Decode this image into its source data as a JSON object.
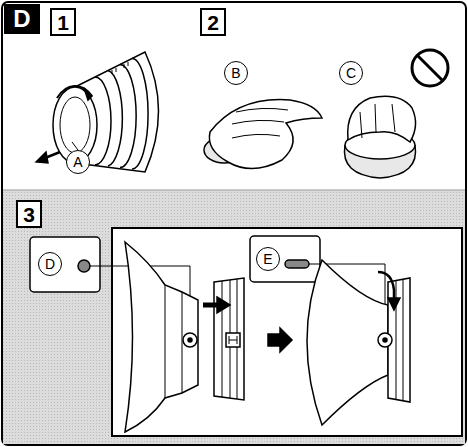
{
  "diagram": {
    "labels": [
      "D",
      "1",
      "2",
      "B",
      "C",
      "A",
      "3",
      "D",
      "E"
    ]
  }
}
